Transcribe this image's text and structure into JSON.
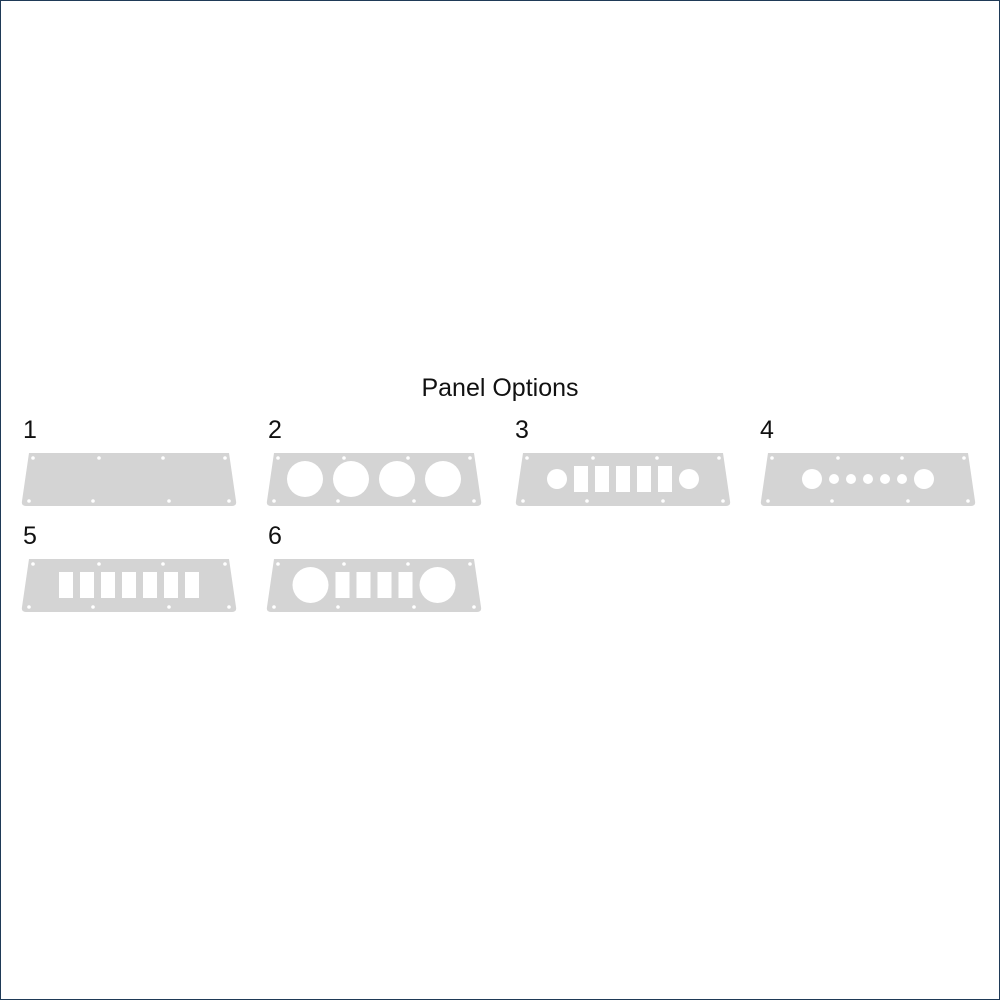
{
  "title": "Panel Options",
  "colors": {
    "panel": "#d4d4d4",
    "cutout": "#ffffff",
    "border": "#1f3a57",
    "text": "#111111"
  },
  "panels": [
    {
      "label": "1",
      "cutouts": []
    },
    {
      "label": "2",
      "cutouts": [
        "large-circle",
        "large-circle",
        "large-circle",
        "large-circle"
      ]
    },
    {
      "label": "3",
      "cutouts": [
        "circle",
        "rect",
        "rect",
        "rect",
        "rect",
        "rect",
        "circle"
      ]
    },
    {
      "label": "4",
      "cutouts": [
        "circle",
        "small-circle",
        "small-circle",
        "small-circle",
        "small-circle",
        "small-circle",
        "circle"
      ]
    },
    {
      "label": "5",
      "cutouts": [
        "rect",
        "rect",
        "rect",
        "rect",
        "rect",
        "rect",
        "rect"
      ]
    },
    {
      "label": "6",
      "cutouts": [
        "large-circle",
        "rect",
        "rect",
        "rect",
        "rect",
        "large-circle"
      ]
    }
  ]
}
